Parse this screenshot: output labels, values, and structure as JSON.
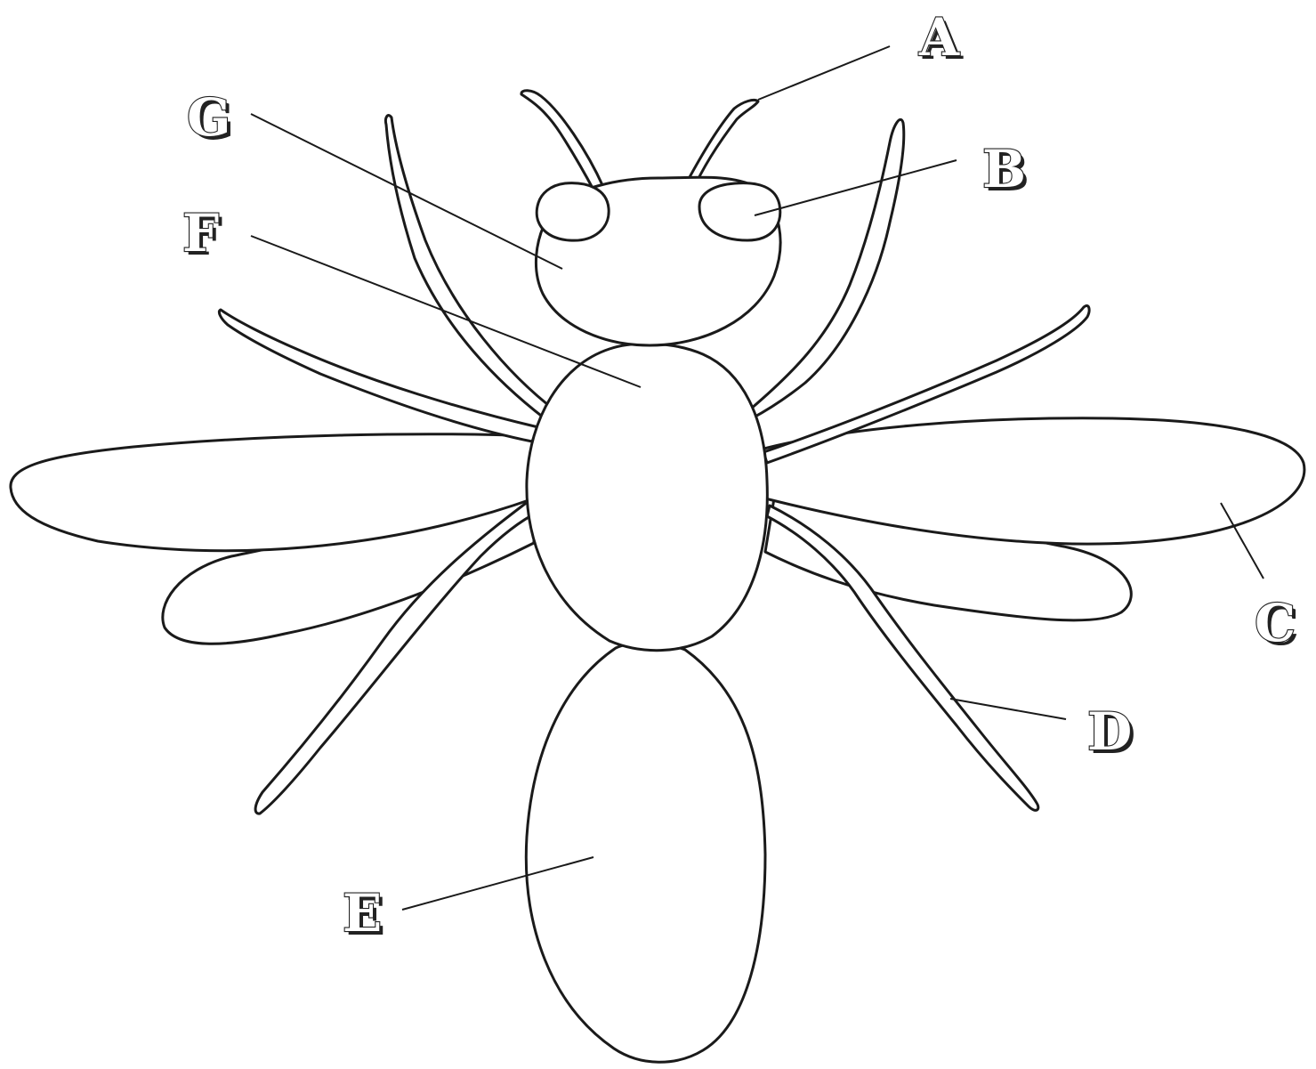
{
  "diagram": {
    "subject": "insect body parts",
    "labels": {
      "A": "A",
      "B": "B",
      "C": "C",
      "D": "D",
      "E": "E",
      "F": "F",
      "G": "G"
    },
    "colors": {
      "outline": "#1a1a1a",
      "fill": "#ffffff",
      "background": "#ffffff"
    }
  }
}
